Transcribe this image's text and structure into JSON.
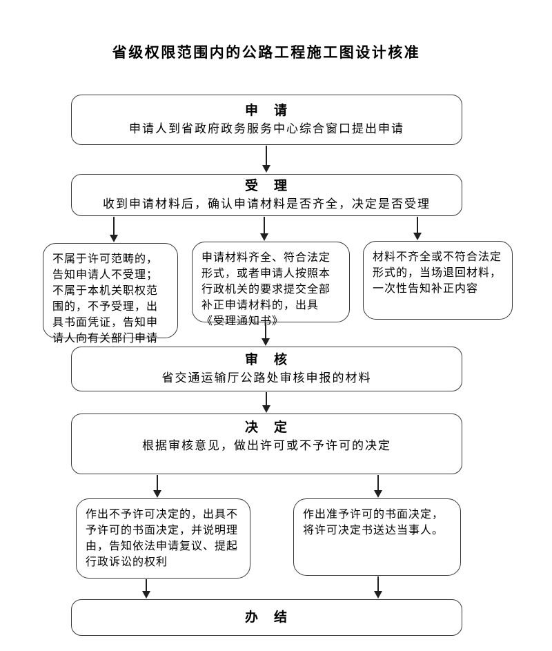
{
  "title": "省级权限范围内的公路工程施工图设计核准",
  "nodes": {
    "apply": {
      "heading": "申　请",
      "body": "申请人到省政府政务服务中心综合窗口提出申请"
    },
    "accept": {
      "heading": "受　理",
      "body": "收到申请材料后，确认申请材料是否齐全，决定是否受理"
    },
    "branch_left": {
      "body": "不属于许可范畴的，告知申请人不受理；不属于本机关职权范围的，不予受理，出具书面凭证，告知申请人向有关部门申请"
    },
    "branch_mid": {
      "body": "申请材料齐全、符合法定形式，或者申请人按照本行政机关的要求提交全部补正申请材料的，出具《受理通知书》"
    },
    "branch_right": {
      "body": "材料不齐全或不符合法定形式的，当场退回材料，一次性告知补正内容"
    },
    "review": {
      "heading": "审　核",
      "body": "省交通运输厅公路处审核申报的材料"
    },
    "decision": {
      "heading": "决　定",
      "body": "根据审核意见，做出许可或不予许可的决定"
    },
    "deny": {
      "body": "作出不予许可决定的，出具不予许可的书面决定，并说明理由，告知依法申请复议、提起行政诉讼的权利"
    },
    "grant": {
      "body": "作出准予许可的书面决定，将许可决定书送达当事人。"
    },
    "complete": {
      "heading": "办　结"
    }
  },
  "colors": {
    "border": "#383838",
    "arrow": "#1f1f1f",
    "text": "#000000",
    "background": "#ffffff"
  }
}
